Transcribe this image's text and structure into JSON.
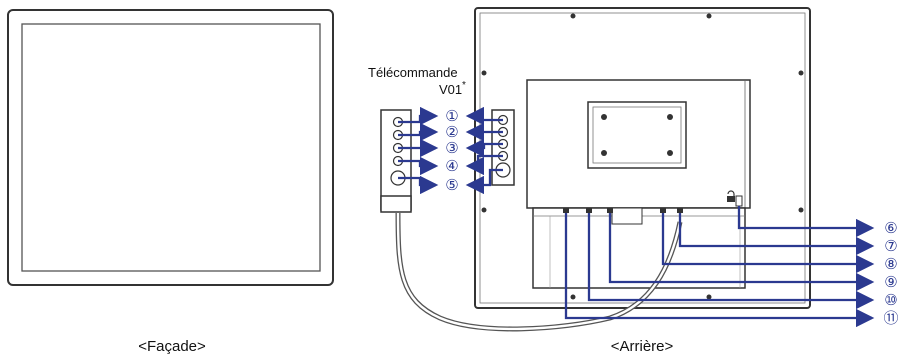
{
  "captions": {
    "front": "<Façade>",
    "back": "<Arrière>"
  },
  "remote": {
    "title": "Télécommande",
    "model": "V01",
    "asterisk": "*"
  },
  "left_numbers": [
    "①",
    "②",
    "③",
    "④",
    "⑤"
  ],
  "right_numbers": [
    "⑥",
    "⑦",
    "⑧",
    "⑨",
    "⑩",
    "⑪"
  ],
  "colors": {
    "leader_line": "#2b3990",
    "outline": "#333333",
    "panel_fill": "#ffffff"
  }
}
